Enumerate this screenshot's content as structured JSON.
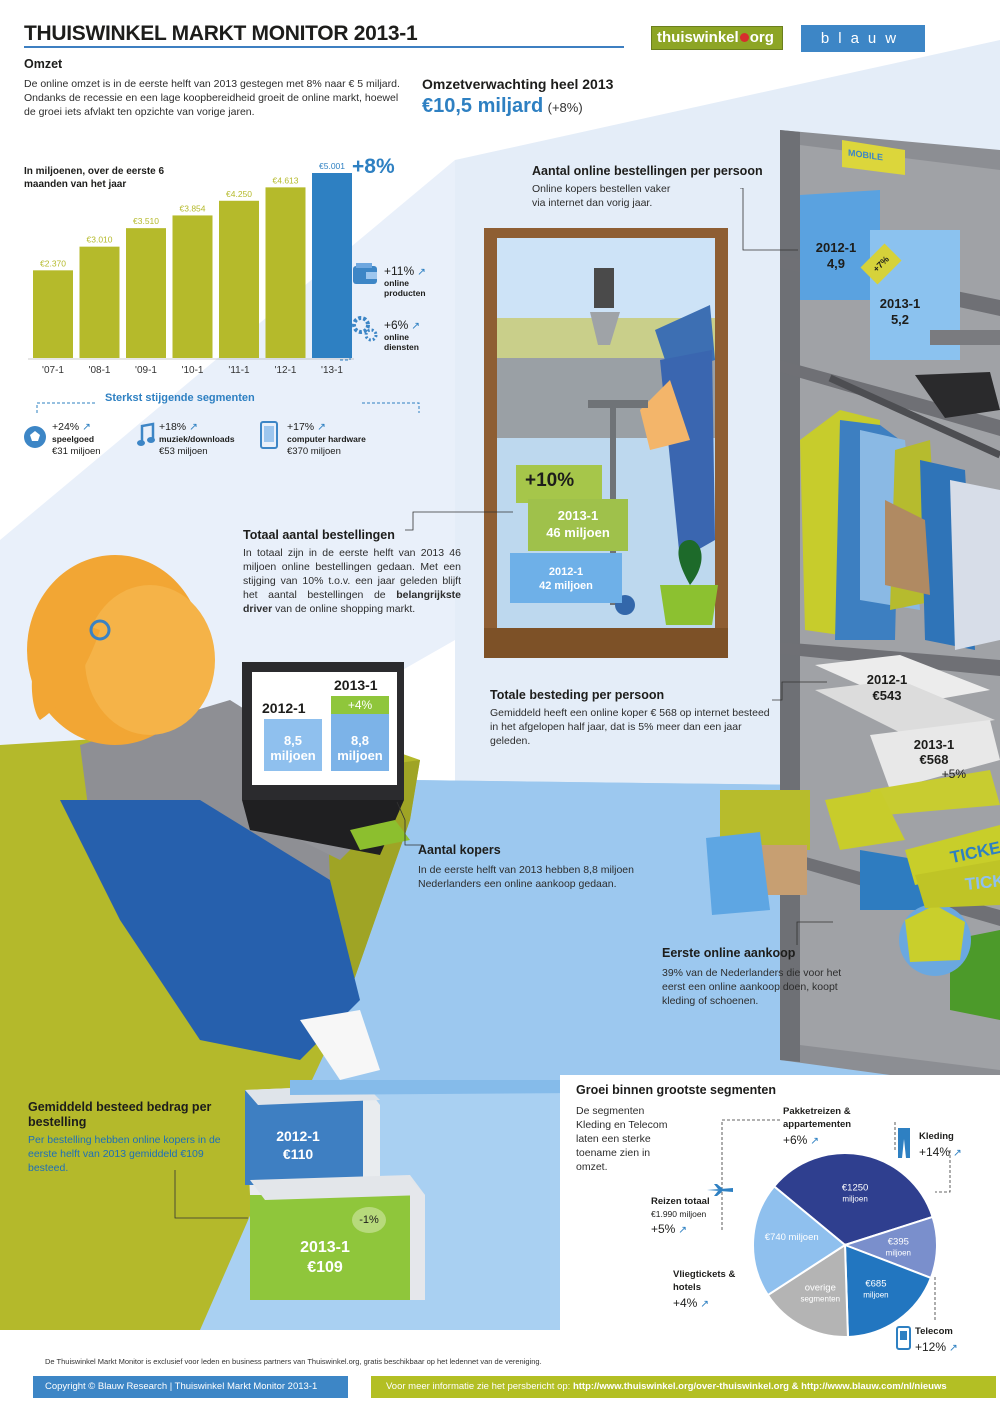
{
  "header": {
    "title": "THUISWINKEL MARKT MONITOR 2013-1",
    "logo_thuiswinkel": "thuiswinkel",
    "logo_thuiswinkel_suffix": "org",
    "logo_blauw": "blauw"
  },
  "omzet": {
    "heading": "Omzet",
    "text": "De online omzet is in de eerste helft van 2013 gestegen met 8% naar € 5 miljard. Ondanks de recessie en een lage koopbereidheid groeit de online markt, hoewel de groei iets afvlakt ten opzichte van vorige jaren.",
    "forecast_heading": "Omzetverwachting heel 2013",
    "forecast_value": "€10,5 miljard",
    "forecast_growth": "(+8%)"
  },
  "chart_data": {
    "type": "bar",
    "title": "In miljoenen, over de eerste 6 maanden van het jaar",
    "categories": [
      "'07-1",
      "'08-1",
      "'09-1",
      "'10-1",
      "'11-1",
      "'12-1",
      "'13-1"
    ],
    "values": [
      2370,
      3010,
      3510,
      3854,
      4250,
      4613,
      5001
    ],
    "value_labels": [
      "€2.370",
      "€3.010",
      "€3.510",
      "€3.854",
      "€4.250",
      "€4.613",
      "€5.001"
    ],
    "growth_label": "+8%",
    "colors": {
      "bar": "#b5ba2b",
      "highlight": "#2e80c2"
    }
  },
  "chart_side": {
    "products_pct": "+11%",
    "products_label": "online producten",
    "services_pct": "+6%",
    "services_label": "online diensten"
  },
  "segments": {
    "heading": "Sterkst stijgende segmenten",
    "items": [
      {
        "pct": "+24%",
        "name": "speelgoed",
        "value": "€31 miljoen",
        "icon": "ball-icon"
      },
      {
        "pct": "+18%",
        "name": "muziek/downloads",
        "value": "€53 miljoen",
        "icon": "music-icon"
      },
      {
        "pct": "+17%",
        "name": "computer hardware",
        "value": "€370 miljoen",
        "icon": "tablet-icon"
      }
    ]
  },
  "orders_per_person": {
    "heading": "Aantal online bestellingen per persoon",
    "text": "Online kopers bestellen vaker via internet dan vorig jaar.",
    "prev_label": "2012-1",
    "prev_value": "4,9",
    "growth": "+7%",
    "curr_label": "2013-1",
    "curr_value": "5,2",
    "box_label": "MOBILE"
  },
  "total_orders": {
    "heading": "Totaal aantal bestellingen",
    "text_pre": "In totaal zijn in de eerste helft van 2013 46 miljoen online bestellingen gedaan. Met een stijging van 10% t.o.v. een jaar geleden blijft het aantal bestellingen de ",
    "text_bold": "belangrijkste driver",
    "text_post": " van de online shopping markt.",
    "growth": "+10%",
    "curr_label": "2013-1",
    "curr_value": "46 miljoen",
    "prev_label": "2012-1",
    "prev_value": "42 miljoen"
  },
  "spend_per_person": {
    "heading": "Totale besteding per persoon",
    "text": "Gemiddeld heeft een online koper € 568 op internet besteed in het afgelopen half jaar, dat is 5% meer dan een jaar geleden.",
    "prev_label": "2012-1",
    "prev_value": "€543",
    "curr_label": "2013-1",
    "curr_value": "€568",
    "growth": "+5%"
  },
  "buyers": {
    "heading": "Aantal kopers",
    "text": "In de eerste helft van 2013 hebben 8,8 miljoen Nederlanders een online aankoop gedaan.",
    "prev_label": "2012-1",
    "prev_value": "8,5",
    "prev_unit": "miljoen",
    "curr_label": "2013-1",
    "curr_value": "8,8",
    "curr_unit": "miljoen",
    "growth": "+4%"
  },
  "first_purchase": {
    "heading": "Eerste online aankoop",
    "text": "39% van de Nederlanders die voor het eerst een online aankoop doen, koopt kleding of schoenen.",
    "ticket": "TICKE",
    "ticket2": "TICK"
  },
  "avg_spend": {
    "heading": "Gemiddeld besteed bedrag per bestelling",
    "text": "Per bestelling hebben online kopers in de eerste helft van 2013 gemiddeld €109 besteed.",
    "prev_label": "2012-1",
    "prev_value": "€110",
    "curr_label": "2013-1",
    "curr_value": "€109",
    "growth": "-1%"
  },
  "pie": {
    "heading": "Groei binnen grootste segmenten",
    "text": "De segmenten Kleding en Telecom laten een sterke toename zien in omzet.",
    "slices": [
      {
        "label": "€1250",
        "unit": "miljoen",
        "value": 1250,
        "color": "#2f3f8f"
      },
      {
        "label": "€395",
        "unit": "miljoen",
        "value": 395,
        "color": "#7a8fcc"
      },
      {
        "label": "€685",
        "unit": "miljoen",
        "value": 685,
        "color": "#2276c0"
      },
      {
        "label": "overige",
        "unit": "segmenten",
        "value": 600,
        "color": "#b4b4b4"
      },
      {
        "label": "€740 miljoen",
        "unit": "",
        "value": 740,
        "color": "#8fc0ee"
      }
    ],
    "callouts": {
      "pakket_name": "Pakketreizen & appartementen",
      "pakket_pct": "+6%",
      "kleding_name": "Kleding",
      "kleding_pct": "+14%",
      "reizen_name": "Reizen totaal",
      "reizen_value": "€1.990 miljoen",
      "reizen_pct": "+5%",
      "vlieg_name": "Vliegtickets & hotels",
      "vlieg_pct": "+4%",
      "telecom_name": "Telecom",
      "telecom_pct": "+12%"
    }
  },
  "footer": {
    "disclaimer": "De Thuiswinkel Markt Monitor is exclusief voor leden en business partners van Thuiswinkel.org, gratis beschikbaar op het ledennet van de vereniging.",
    "copyright": "Copyright © Blauw Research | Thuiswinkel Markt Monitor 2013-1",
    "more_info_pre": "Voor meer informatie zie het persbericht op: ",
    "more_info_links": "http://www.thuiswinkel.org/over-thuiswinkel.org & http://www.blauw.com/nl/nieuws"
  }
}
